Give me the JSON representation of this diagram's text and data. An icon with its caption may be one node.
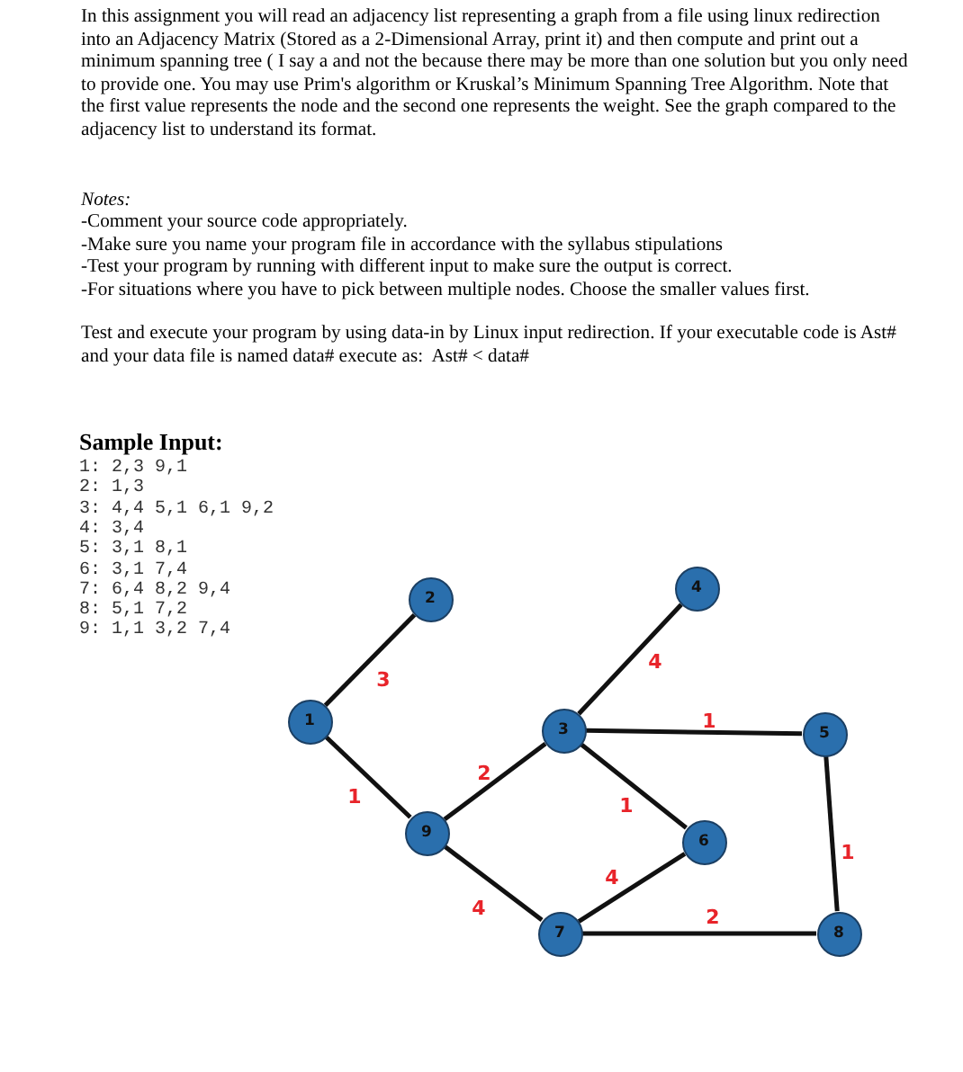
{
  "diagram": {
    "nodes": [
      {
        "text": [
          "1"
        ]
      },
      {
        "text": [
          "2"
        ]
      },
      {
        "text": [
          "3"
        ]
      },
      {
        "text": [
          "4"
        ]
      },
      {
        "text": [
          "5"
        ]
      },
      {
        "text": [
          "6"
        ]
      },
      {
        "text": [
          "7"
        ]
      },
      {
        "text": [
          "8"
        ]
      },
      {
        "text": [
          "9"
        ]
      }
    ],
    "edges": [
      {
        "from": 0,
        "to": 1,
        "arrow": "none",
        "label": "3"
      },
      {
        "from": 0,
        "to": 8,
        "arrow": "none",
        "label": "1"
      },
      {
        "from": 8,
        "to": 2,
        "arrow": "none",
        "label": "2"
      },
      {
        "from": 2,
        "to": 3,
        "arrow": "none",
        "label": "4"
      },
      {
        "from": 2,
        "to": 4,
        "arrow": "none",
        "label": "1"
      },
      {
        "from": 2,
        "to": 5,
        "arrow": "none",
        "label": "1"
      },
      {
        "from": 5,
        "to": 6,
        "arrow": "none",
        "label": "4"
      },
      {
        "from": 8,
        "to": 6,
        "arrow": "none",
        "label": "4"
      },
      {
        "from": 6,
        "to": 7,
        "arrow": "none",
        "label": "2"
      },
      {
        "from": 4,
        "to": 7,
        "arrow": "none",
        "label": "1"
      }
    ],
    "labels": [
      "In this assignment you will read an adjacency list representing a graph from a file using linux redirection into an Adjacency Matrix (Stored as a 2-Dimensional Array, print it) and then compute and print out a minimum spanning tree ( I say a and not the because there may be more than one solution but you only need to provide one. You may use Prim's algorithm or Kruskal’s Minimum Spanning Tree Algorithm. Note that the first value represents the node and the second one represents the weight. See the graph compared to the adjacency list to understand its format.",
      "Notes:",
      "-Comment your source code appropriately.",
      "-Make sure you name your program file in accordance with the syllabus stipulations",
      "-Test your program by running with different input to make sure the output is correct.",
      "-For situations where you have to pick between multiple nodes. Choose the smaller values first.",
      "Test and execute your program by using data-in by Linux input redirection. If your executable code is Ast# and your data file is named data# execute as:  Ast# < data#",
      "Sample Input:",
      "1: 2,3 9,1",
      "2: 1,3",
      "3: 4,4 5,1 6,1 9,2",
      "4: 3,4",
      "5: 3,1 8,1",
      "6: 3,1 7,4",
      "7: 6,4 8,2 9,4",
      "8: 5,1 7,2",
      "9: 1,1 3,2 7,4"
    ]
  }
}
